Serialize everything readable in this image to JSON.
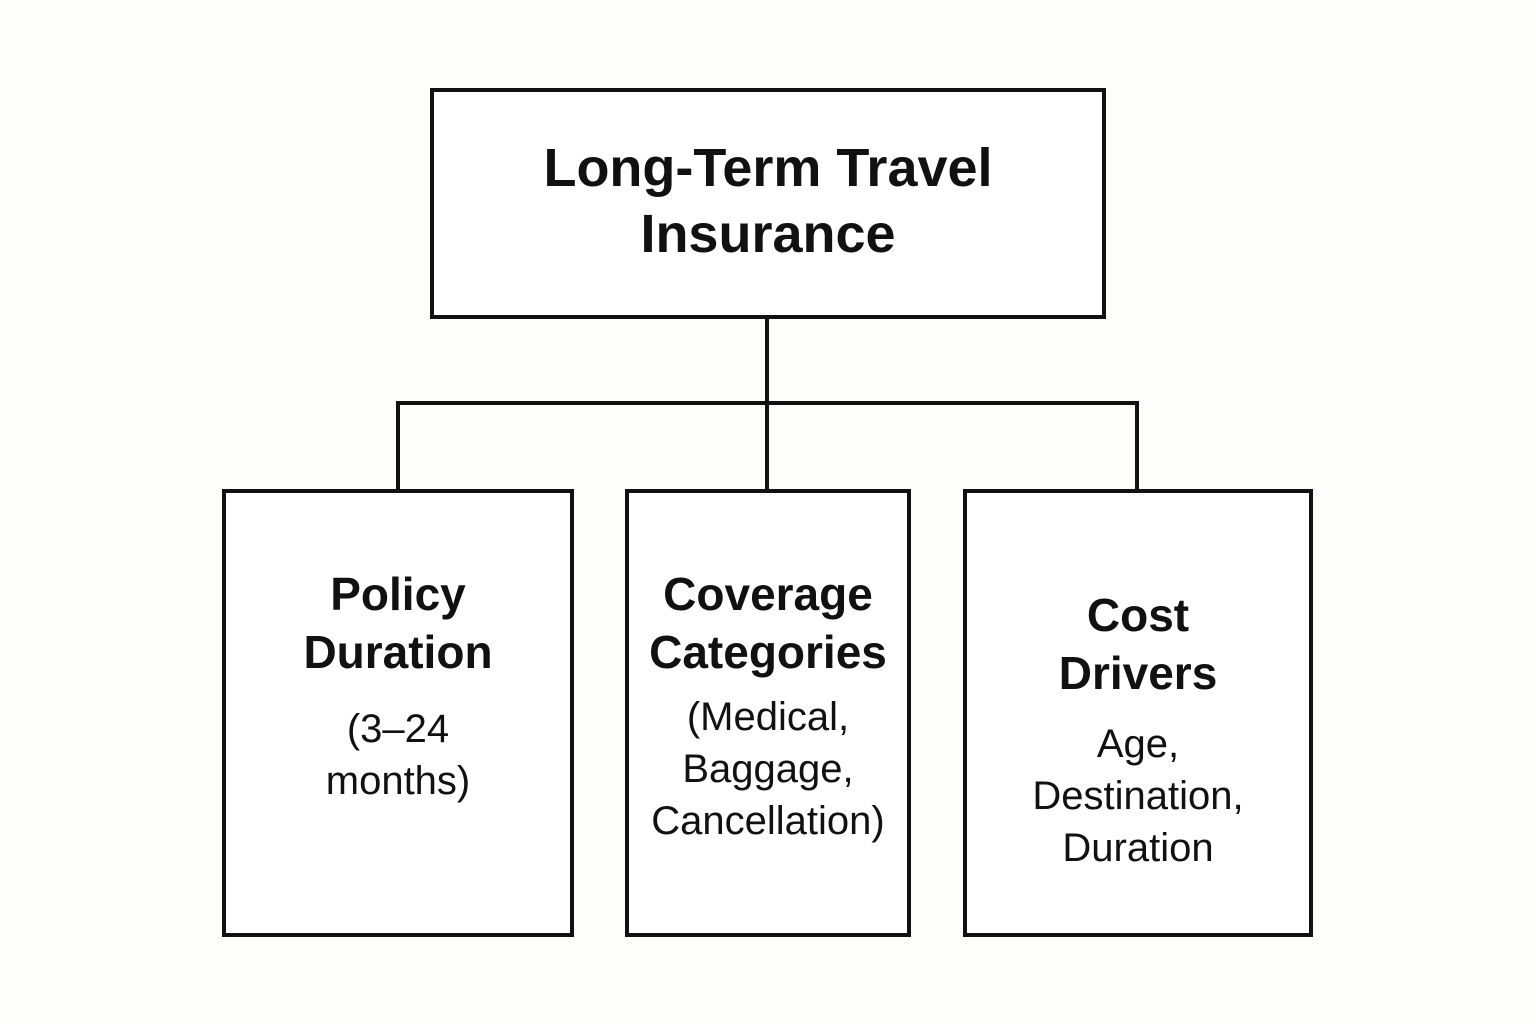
{
  "root": {
    "title_line1": "Long-Term Travel",
    "title_line2": "Insurance"
  },
  "children": [
    {
      "title_line1": "Policy",
      "title_line2": "Duration",
      "detail_lines": [
        "(3–24",
        "months)"
      ]
    },
    {
      "title_line1": "Coverage",
      "title_line2": "Categories",
      "detail_lines": [
        "(Medical,",
        "Baggage,",
        "Cancellation)"
      ]
    },
    {
      "title_line1": "Cost",
      "title_line2": "Drivers",
      "detail_lines": [
        "Age,",
        "Destination,",
        "Duration"
      ]
    }
  ],
  "colors": {
    "stroke": "#111111",
    "background": "#fdfdfc"
  }
}
